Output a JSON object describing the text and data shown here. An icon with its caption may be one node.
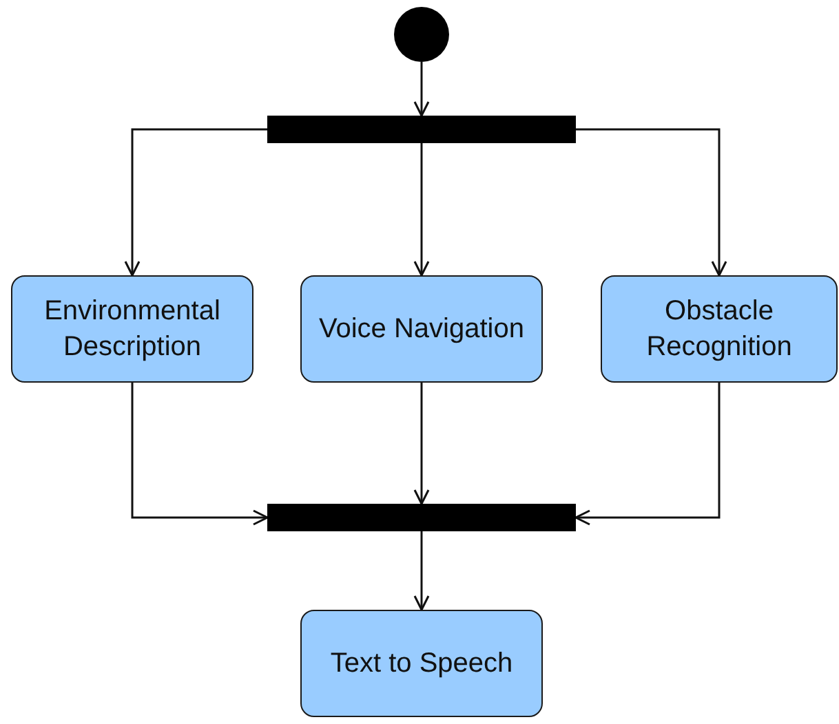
{
  "diagram": {
    "nodes": [
      {
        "text": [],
        "shape": "circle"
      },
      {
        "text": [],
        "shape": "bar"
      },
      {
        "text": [
          "Environmental Description"
        ]
      },
      {
        "text": [
          "Voice Navigation"
        ]
      },
      {
        "text": [
          "Obstacle Recognition"
        ]
      },
      {
        "text": [],
        "shape": "bar"
      },
      {
        "text": [
          "Text to Speech"
        ]
      }
    ],
    "edges": [
      {
        "from": 0,
        "to": 1,
        "arrow": "to"
      },
      {
        "from": 1,
        "to": 2,
        "arrow": "to"
      },
      {
        "from": 1,
        "to": 3,
        "arrow": "to"
      },
      {
        "from": 1,
        "to": 4,
        "arrow": "to"
      },
      {
        "from": 2,
        "to": 5,
        "arrow": "to"
      },
      {
        "from": 3,
        "to": 5,
        "arrow": "to"
      },
      {
        "from": 4,
        "to": 5,
        "arrow": "to"
      },
      {
        "from": 5,
        "to": 6,
        "arrow": "to"
      }
    ]
  }
}
